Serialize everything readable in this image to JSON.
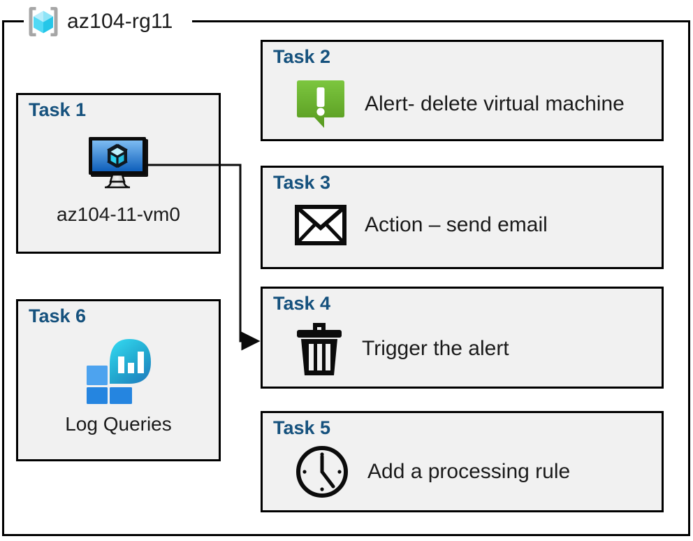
{
  "resource_group": {
    "icon": "azure-resource-group-icon",
    "name": "az104-rg11"
  },
  "colors": {
    "task_label": "#15517d",
    "card_background": "#f1f1f1",
    "card_border": "#000000",
    "alert_green_light": "#77c242",
    "alert_green_dark": "#57991f",
    "vm_screen_light": "#6fb3ef",
    "vm_screen_dark": "#1164c0",
    "log_analytics_teal": "#2ed0e8",
    "log_analytics_blue": "#2f7fd1",
    "rg_cube_cyan": "#8fe4f7",
    "rg_bracket_gray": "#a6a6a6"
  },
  "tasks": [
    {
      "id": "task1",
      "label": "Task 1",
      "icon": "virtual-machine-icon",
      "caption": "az104-11-vm0",
      "column": "left"
    },
    {
      "id": "task2",
      "label": "Task 2",
      "icon": "alert-bubble-icon",
      "caption": "Alert- delete virtual machine",
      "column": "right"
    },
    {
      "id": "task3",
      "label": "Task 3",
      "icon": "envelope-icon",
      "caption": "Action – send email",
      "column": "right"
    },
    {
      "id": "task4",
      "label": "Task 4",
      "icon": "trash-icon",
      "caption": "Trigger the alert",
      "column": "right"
    },
    {
      "id": "task5",
      "label": "Task 5",
      "icon": "clock-icon",
      "caption": "Add a processing rule",
      "column": "right"
    },
    {
      "id": "task6",
      "label": "Task 6",
      "icon": "log-analytics-icon",
      "caption": "Log Queries",
      "column": "left"
    }
  ],
  "connector": {
    "name": "vm-to-task4-connector",
    "from": "task1.virtual-machine-icon",
    "to": "task4"
  }
}
